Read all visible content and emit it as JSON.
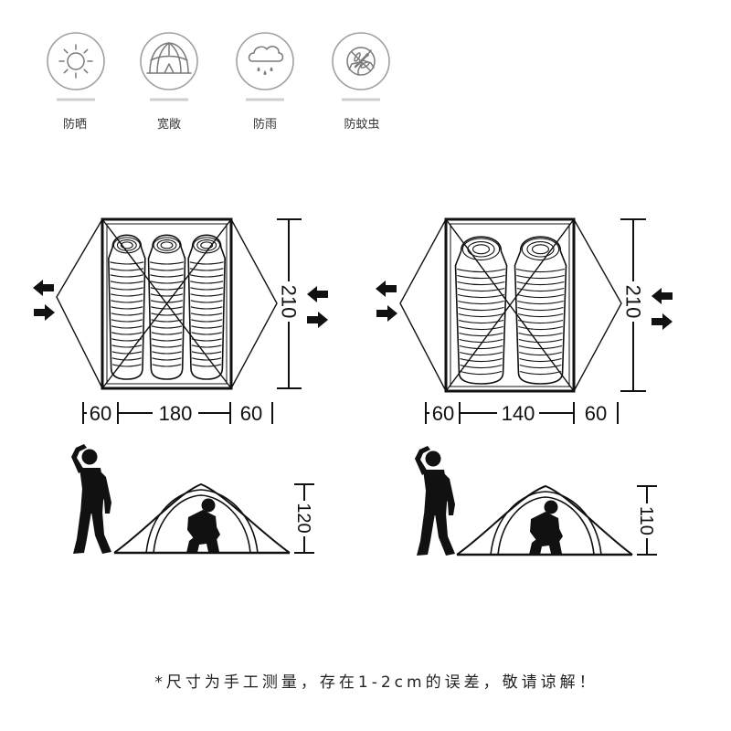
{
  "features": [
    {
      "label": "防晒",
      "icon": "sun-icon"
    },
    {
      "label": "宽敞",
      "icon": "tent-icon"
    },
    {
      "label": "防雨",
      "icon": "rain-cloud-icon"
    },
    {
      "label": "防蚊虫",
      "icon": "mosquito-icon"
    }
  ],
  "floor_plans": [
    {
      "length": "210",
      "vestibule_left": "60",
      "inner_width": "180",
      "vestibule_right": "60",
      "sleeping_bags": 3
    },
    {
      "length": "210",
      "vestibule_left": "60",
      "inner_width": "140",
      "vestibule_right": "60",
      "sleeping_bags": 2
    }
  ],
  "side_views": [
    {
      "height": "120"
    },
    {
      "height": "110"
    }
  ],
  "note": "*尺寸为手工测量，存在1-2cm的误差，敬请谅解！",
  "colors": {
    "line": "#111111",
    "icon_ring": "#a0a0a0",
    "icon_stroke": "#7a7a7a",
    "underline": "#cfcfcf",
    "label": "#333333",
    "note": "#222222"
  }
}
